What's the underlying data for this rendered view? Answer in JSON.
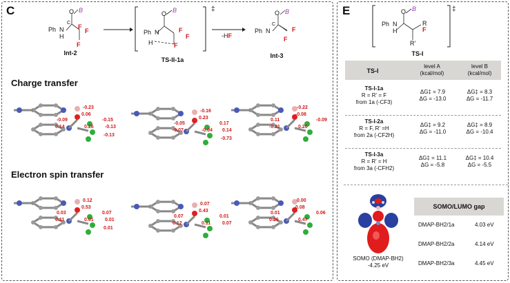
{
  "panel_c": {
    "label": "C",
    "scheme": {
      "int2": {
        "name": "Int-2",
        "ph": "Ph",
        "n": "N",
        "h": "H",
        "o": "O",
        "b": "B",
        "c": "C",
        "f1": "F",
        "f2": "F",
        "f3": "F"
      },
      "ts": {
        "name": "TS-II-1a",
        "ph": "Ph",
        "n": "N",
        "h": "H",
        "o": "O",
        "b": "B",
        "f1": "F",
        "f2": "F",
        "f3": "F",
        "dagger": "‡"
      },
      "loss": {
        "prefix": "-H",
        "f": "F"
      },
      "int3": {
        "name": "Int-3",
        "ph": "Ph",
        "n": "N",
        "o": "O",
        "b": "B",
        "c": "C",
        "f1": "F",
        "f2": "F"
      }
    },
    "charge_title": "Charge transfer",
    "spin_title": "Electron spin transfer",
    "charge_labels": {
      "m1": [
        "-0.23",
        "0.06",
        "-0.09",
        "0.14",
        "0.26",
        "-0.15",
        "-0.13",
        "-0.13"
      ],
      "m2": [
        "-0.16",
        "0.23",
        "-0.05",
        "-0.07",
        "-0.04",
        "0.17",
        "0.14",
        "-0.73"
      ],
      "m3": [
        "-0.22",
        "-0.08",
        "0.11",
        "-0.21",
        "0.20",
        "-0.09"
      ]
    },
    "spin_labels": {
      "m1": [
        "0.12",
        "0.53",
        "0.03",
        "0.11",
        "0.01",
        "0.07",
        "0.01",
        "0.01"
      ],
      "m2": [
        "0.07",
        "0.43",
        "0.07",
        "0.12",
        "0.11",
        "0.01",
        "0.07"
      ],
      "m3": [
        "0.00",
        "0.08",
        "0.01",
        "0.26",
        "0.47",
        "0.06"
      ]
    }
  },
  "panel_e": {
    "label": "E",
    "ts_struct": {
      "n": "N",
      "h": "H",
      "o": "O",
      "b": "B",
      "ph": "Ph",
      "r": "R",
      "r2": "R'",
      "f": "F",
      "dagger": "‡",
      "name": "TS-I"
    },
    "table": {
      "headers": [
        "TS-I",
        "level A\n(kcal/mol)",
        "level B\n(kcal/mol)"
      ],
      "rows": [
        {
          "name": "TS-I-1a",
          "desc": "R = R' = F",
          "from": "from 1a (-CF3)",
          "a1": "ΔG‡ = 7.9",
          "a2": "ΔG = -13.0",
          "b1": "ΔG‡ = 8.3",
          "b2": "ΔG = -11.7"
        },
        {
          "name": "TS-I-2a",
          "desc": "R = F, R' =H",
          "from": "from 2a (-CF2H)",
          "a1": "ΔG‡ = 9.2",
          "a2": "ΔG = -11.0",
          "b1": "ΔG‡ = 8.9",
          "b2": "ΔG = -10.4"
        },
        {
          "name": "TS-I-3a",
          "desc": "R = R' = H",
          "from": "from 3a (-CFH2)",
          "a1": "ΔG‡ = 11.1",
          "a2": "ΔG = -5.8",
          "b1": "ΔG‡ = 10.4",
          "b2": "ΔG = -5.5"
        }
      ]
    },
    "somo": {
      "caption": "SOMO (DMAP-BH2)",
      "energy": "-4.25 eV",
      "gap_title": "SOMO/LUMO gap",
      "rows": [
        {
          "label": "DMAP-BH2/1a",
          "value": "4.03 eV"
        },
        {
          "label": "DMAP-BH2/2a",
          "value": "4.14 eV"
        },
        {
          "label": "DMAP-BH2/3a",
          "value": "4.45 eV"
        }
      ]
    }
  },
  "colors": {
    "red": "#d01818",
    "purple": "#9b3fb0",
    "header_bg": "#d9d7d4"
  }
}
